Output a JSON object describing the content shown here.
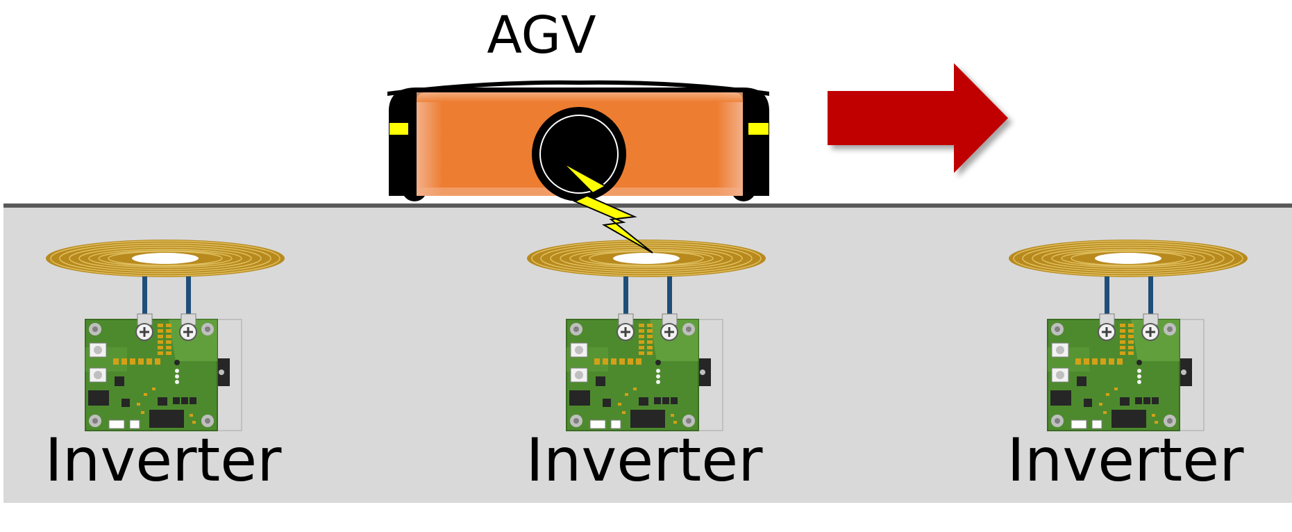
{
  "vehicle": {
    "label": "AGV"
  },
  "stations": [
    {
      "label": "Inverter"
    },
    {
      "label": "Inverter"
    },
    {
      "label": "Inverter"
    }
  ],
  "colors": {
    "floor": "#d9d9d9",
    "floor_line": "#595959",
    "agv_body": "#ed7d31",
    "agv_frame": "#000000",
    "agv_light": "#ffff00",
    "arrow": "#c00000",
    "coil": "#c59a28",
    "pcb": "#4d8a2e",
    "spark": "#ffff00"
  }
}
